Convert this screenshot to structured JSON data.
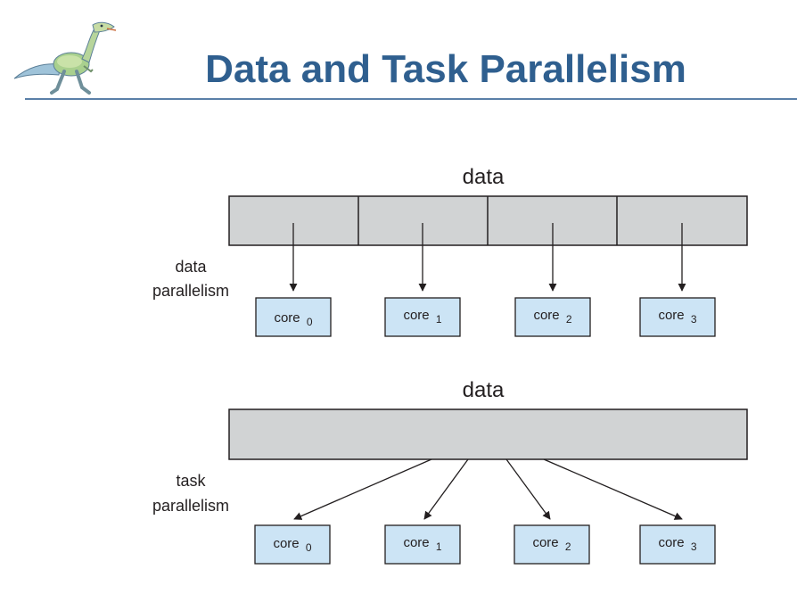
{
  "slide": {
    "title": "Data and Task Parallelism"
  },
  "diagram": {
    "data_parallelism": {
      "data_label": "data",
      "label_line1": "data",
      "label_line2": "parallelism",
      "cores": [
        {
          "name": "core",
          "index": "0"
        },
        {
          "name": "core",
          "index": "1"
        },
        {
          "name": "core",
          "index": "2"
        },
        {
          "name": "core",
          "index": "3"
        }
      ]
    },
    "task_parallelism": {
      "data_label": "data",
      "label_line1": "task",
      "label_line2": "parallelism",
      "cores": [
        {
          "name": "core",
          "index": "0"
        },
        {
          "name": "core",
          "index": "1"
        },
        {
          "name": "core",
          "index": "2"
        },
        {
          "name": "core",
          "index": "3"
        }
      ]
    }
  },
  "colors": {
    "title": "#2f5f8f",
    "data_fill": "#d1d3d4",
    "core_fill": "#cce4f5",
    "stroke": "#231f20"
  }
}
